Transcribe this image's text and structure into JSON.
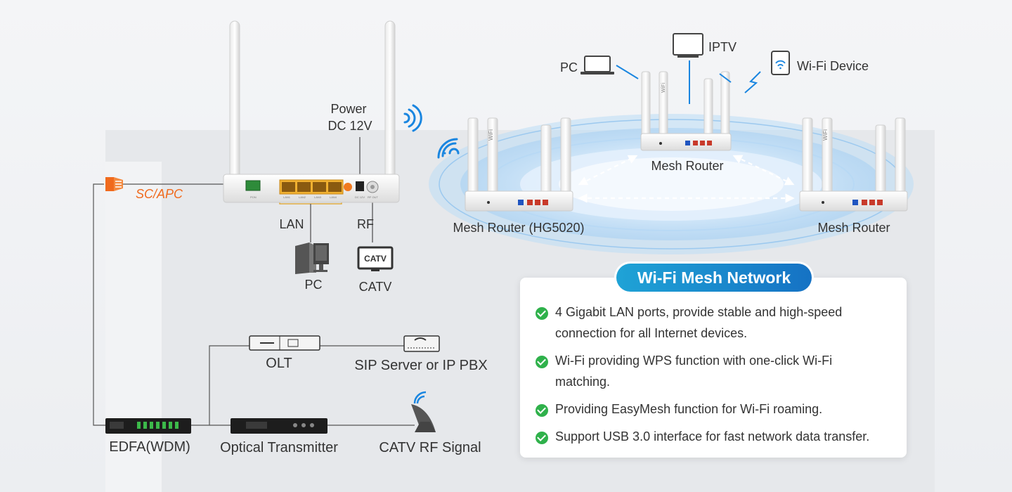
{
  "left": {
    "ont_labels": {
      "power": "Power",
      "power_dc": "DC 12V",
      "lan": "LAN",
      "rf": "RF",
      "pc": "PC",
      "catv": "CATV",
      "catv_box": "CATV",
      "sc_apc": "SC/APC",
      "port_pon": "PON",
      "port_lan1": "LAN1",
      "port_lan2": "LAN2",
      "port_lan3": "LAN3",
      "port_lan4": "LAN4",
      "port_dc": "DC 12V",
      "port_rf": "RF OUT"
    },
    "head_end": {
      "olt": "OLT",
      "sip": "SIP Server or IP PBX",
      "edfa": "EDFA(WDM)",
      "optical_tx": "Optical Transmitter",
      "catv_rf": "CATV RF Signal"
    }
  },
  "right": {
    "clients": {
      "pc": "PC",
      "iptv": "IPTV",
      "wifi_device": "Wi-Fi Device"
    },
    "routers": {
      "left": "Mesh Router (HG5020)",
      "center": "Mesh Router",
      "right": "Mesh Router",
      "badge": "WiFi"
    },
    "panel": {
      "title": "Wi-Fi Mesh Network",
      "features": [
        {
          "line1": "4 Gigabit LAN ports, provide stable and high-speed",
          "line2": "connection for all Internet devices."
        },
        {
          "line1": "Wi-Fi providing WPS function with one-click Wi-Fi",
          "line2": "matching."
        },
        {
          "line1": "Providing EasyMesh function for Wi-Fi roaming.",
          "line2": ""
        },
        {
          "line1": "Support USB 3.0 interface for fast network data transfer.",
          "line2": ""
        }
      ]
    }
  },
  "colors": {
    "accent_orange": "#f06a1d",
    "wifi_blue": "#1a86e0",
    "check_green": "#2fb14b",
    "pill_start": "#1fa3d6",
    "pill_end": "#1572c4",
    "lan_port_yellow": "#e8a020"
  },
  "icons": [
    "fiber-connector-icon",
    "wifi-waves-icon",
    "laptop-icon",
    "monitor-icon",
    "tablet-wifi-icon",
    "lightning-icon",
    "tower-pc-icon",
    "catv-tv-icon",
    "satellite-dish-icon",
    "check-icon"
  ]
}
